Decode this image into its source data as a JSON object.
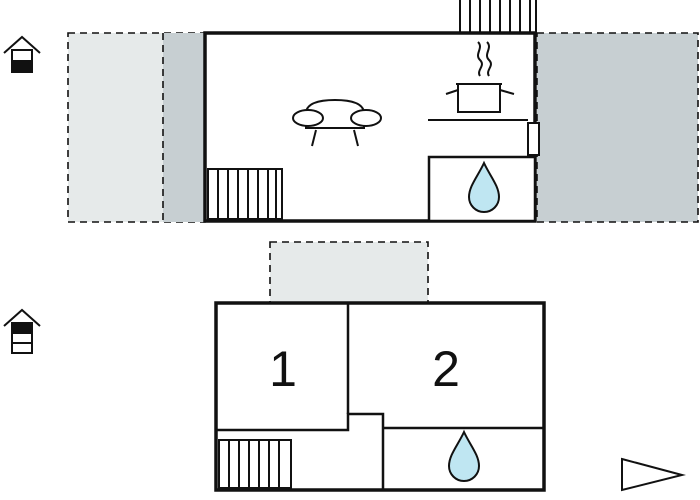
{
  "floors": [
    {
      "id": "ground",
      "level_icon": "house-floor-ground-icon",
      "rooms": []
    },
    {
      "id": "upper",
      "level_icon": "house-floor-upper-icon",
      "rooms": [
        {
          "label": "1"
        },
        {
          "label": "2"
        }
      ]
    }
  ],
  "icons": {
    "living": "armchair-icon",
    "kitchen": "cooking-pot-icon",
    "bathroom": "water-drop-icon",
    "stairs": "stairs-icon",
    "compass": "north-arrow-icon"
  },
  "colors": {
    "terrace": "#e6eaea",
    "terrace_dark": "#c7cfd2",
    "wall": "#111111",
    "water": "#bfe6f2"
  }
}
